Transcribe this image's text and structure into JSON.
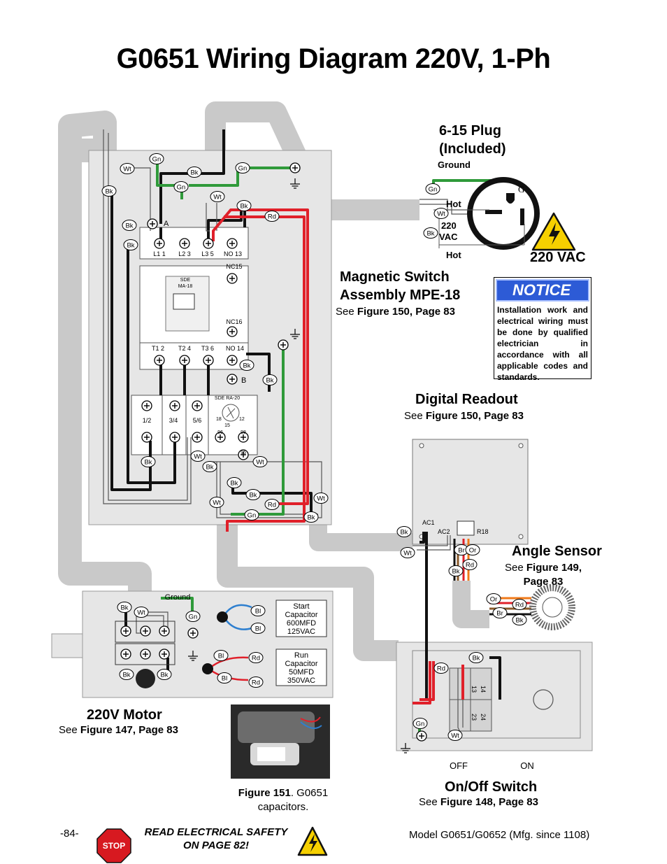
{
  "title": "G0651 Wiring Diagram 220V, 1-Ph",
  "plug": {
    "title_line1": "6-15 Plug",
    "title_line2": "(Included)",
    "ground_label": "Ground",
    "hot_top": "Hot",
    "volt_line1": "220",
    "volt_line2": "VAC",
    "hot_bottom": "Hot",
    "g_letter": "G"
  },
  "voltage_label": "220 VAC",
  "magnetic_switch": {
    "title_line1": "Magnetic Switch",
    "title_line2": "Assembly  MPE-18",
    "see_prefix": "See ",
    "see_ref": "Figure 150, Page 83"
  },
  "notice": {
    "title": "NOTICE",
    "text": "Installation work and electrical wiring must be done by qualified electrician in accordance with all applicable codes and standards."
  },
  "digital_readout": {
    "title": "Digital Readout",
    "see_prefix": "See ",
    "see_ref": "Figure 150, Page 83",
    "ac1": "AC1",
    "ac2": "AC2",
    "r18": "R18"
  },
  "angle_sensor": {
    "title": "Angle Sensor",
    "see_prefix": "See ",
    "see_ref_line1": "Figure 149,",
    "see_ref_line2": "Page 83"
  },
  "motor": {
    "title": "220V Motor",
    "see_prefix": "See ",
    "see_ref": "Figure 147, Page 83",
    "ground_label": "Ground",
    "start_cap": [
      "Start",
      "Capacitor",
      "600MFD",
      "125VAC"
    ],
    "run_cap": [
      "Run",
      "Capacitor",
      "50MFD",
      "350VAC"
    ]
  },
  "figure151": {
    "label": "Figure 151",
    "caption_rest": ". G0651",
    "caption_line2": "capacitors."
  },
  "onoff": {
    "title": "On/Off Switch",
    "see_prefix": "See ",
    "see_ref": "Figure 148, Page 83",
    "off": "OFF",
    "on": "ON",
    "contacts": [
      "13",
      "14",
      "23",
      "24"
    ]
  },
  "contactor": {
    "terminals_top": [
      "L1 1",
      "L2 3",
      "L3 5",
      "NO 13"
    ],
    "terminals_bottom": [
      "T1 2",
      "T2 4",
      "T3 6",
      "NO 14"
    ],
    "nc15": "NC15",
    "nc16": "NC16",
    "sde": "SDE",
    "sde_model": "MA-18",
    "a": "A",
    "b": "B"
  },
  "overload": {
    "model": "SDE RA-20",
    "terminals": [
      "1/2",
      "3/4",
      "5/6"
    ],
    "dial": [
      "18",
      "12",
      "15"
    ],
    "aux": [
      "96",
      "98",
      "95"
    ]
  },
  "wire_tags": {
    "bk": "Bk",
    "wt": "Wt",
    "gn": "Gn",
    "rd": "Rd",
    "bl": "Bl",
    "br": "Br",
    "or": "Or"
  },
  "footer": {
    "page": "-84-",
    "warning_line1": "READ ELECTRICAL SAFETY",
    "warning_line2": "ON PAGE 82!",
    "stop": "STOP",
    "model": "Model G0651/G0652 (Mfg. since 1108)"
  },
  "colors": {
    "black_wire": "#111111",
    "white_wire": "#ffffff",
    "green_wire": "#2f9a3a",
    "red_wire": "#e0202a",
    "conduit": "#c8c8c8",
    "panel": "#e4e4e4",
    "notice_blue": "#2d5bd6",
    "warning_yellow": "#f6d000",
    "orange_wire": "#f07a1a",
    "brown_wire": "#8a5a2b"
  }
}
